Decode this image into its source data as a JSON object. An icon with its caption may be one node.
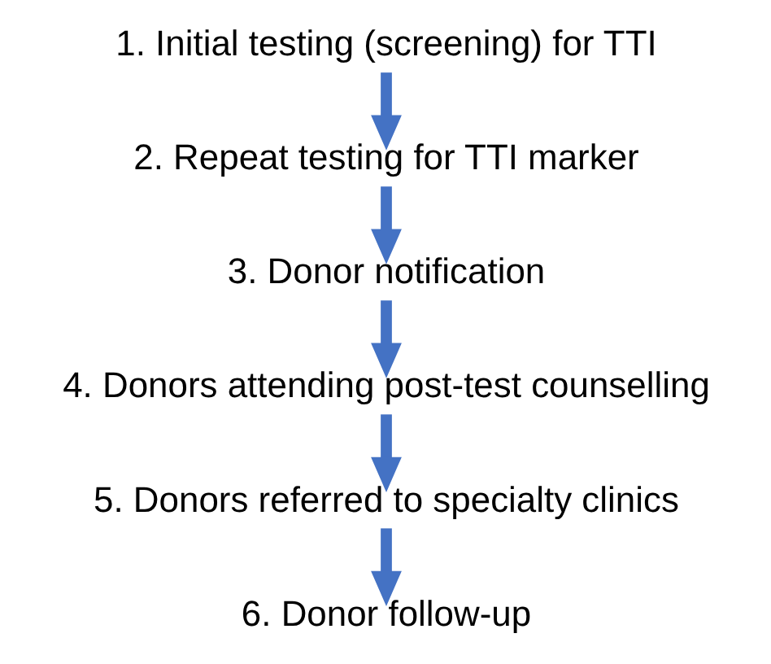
{
  "diagram": {
    "nodes": [
      {
        "text": [
          "1. Initial testing (screening) for TTI"
        ]
      },
      {
        "text": [
          "2. Repeat testing for TTI marker"
        ]
      },
      {
        "text": [
          "3. Donor notification"
        ]
      },
      {
        "text": [
          "4. Donors attending post-test counselling"
        ]
      },
      {
        "text": [
          "5. Donors referred to specialty clinics"
        ]
      },
      {
        "text": [
          "6. Donor follow-up"
        ]
      }
    ],
    "edges": [
      {
        "from": 0,
        "to": 1,
        "arrow": "to"
      },
      {
        "from": 1,
        "to": 2,
        "arrow": "to"
      },
      {
        "from": 2,
        "to": 3,
        "arrow": "to"
      },
      {
        "from": 3,
        "to": 4,
        "arrow": "to"
      },
      {
        "from": 4,
        "to": 5,
        "arrow": "to"
      }
    ]
  }
}
